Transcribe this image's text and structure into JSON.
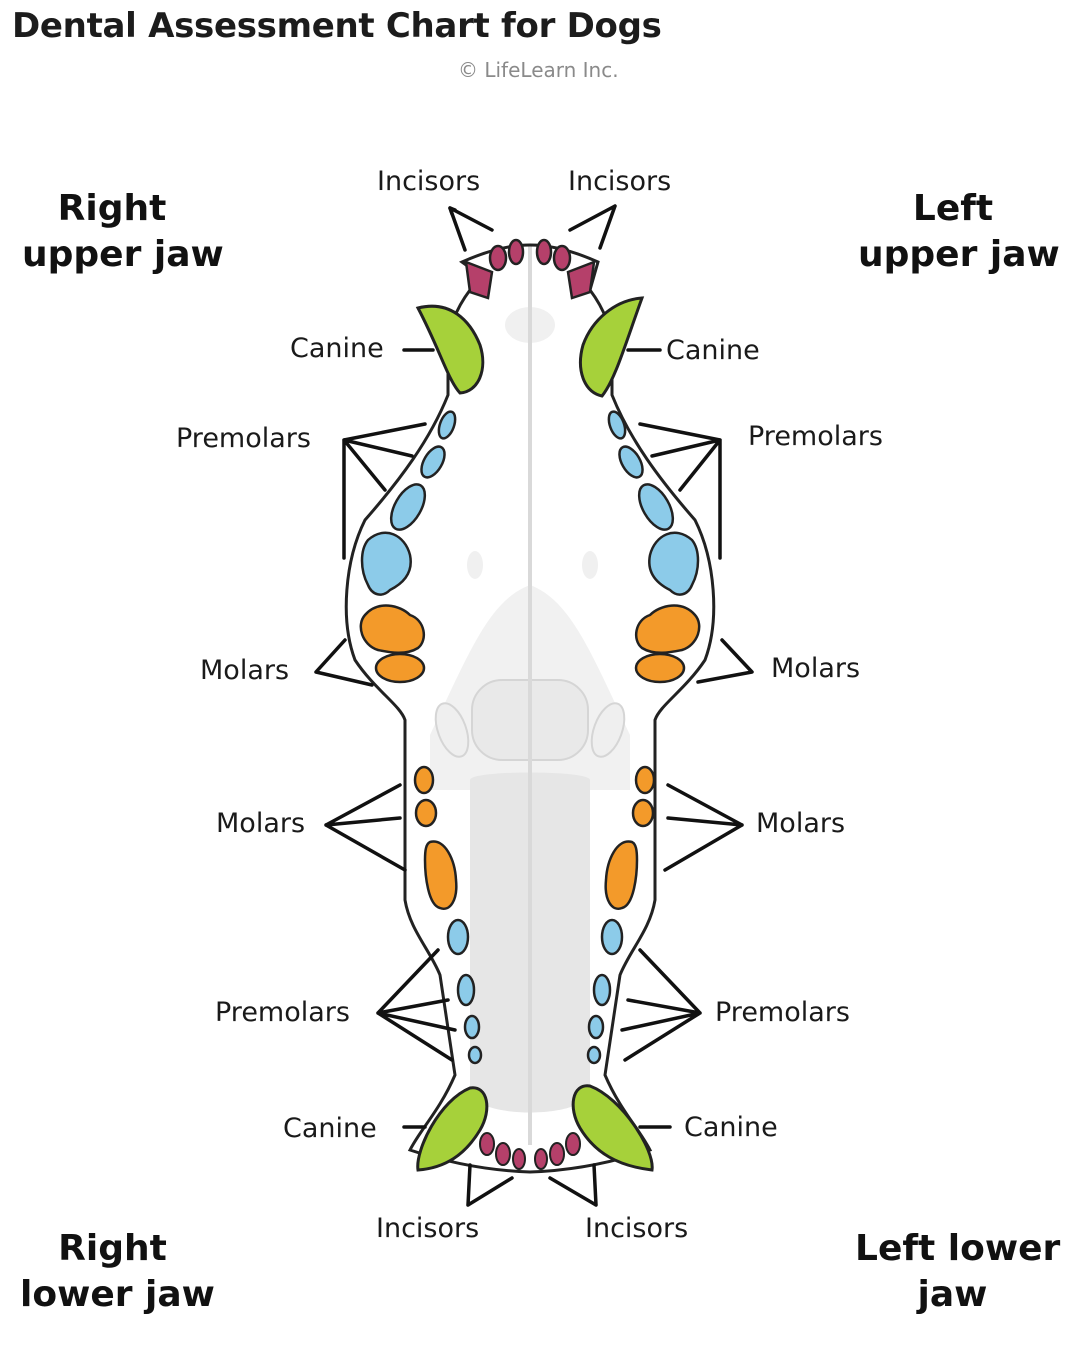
{
  "header": {
    "title": "Dental Assessment Chart for Dogs",
    "credit": "© LifeLearn Inc."
  },
  "quadrants": {
    "right_upper": [
      "Right",
      "upper jaw"
    ],
    "left_upper": [
      "Left",
      "upper jaw"
    ],
    "right_lower": [
      "Right",
      "lower jaw"
    ],
    "left_lower": [
      "Left lower",
      "jaw"
    ]
  },
  "labels": {
    "upper_right_incisors": "Incisors",
    "upper_left_incisors": "Incisors",
    "upper_right_canine": "Canine",
    "upper_left_canine": "Canine",
    "upper_right_premolars": "Premolars",
    "upper_left_premolars": "Premolars",
    "upper_right_molars": "Molars",
    "upper_left_molars": "Molars",
    "lower_right_molars": "Molars",
    "lower_left_molars": "Molars",
    "lower_right_premolars": "Premolars",
    "lower_left_premolars": "Premolars",
    "lower_right_canine": "Canine",
    "lower_left_canine": "Canine",
    "lower_right_incisors": "Incisors",
    "lower_left_incisors": "Incisors"
  },
  "colors": {
    "incisor": "#b5406a",
    "canine": "#a6d13a",
    "premolar": "#8ccbe9",
    "molar": "#f39a2a",
    "outline": "#222222",
    "tongue": "#e6e6e6"
  }
}
